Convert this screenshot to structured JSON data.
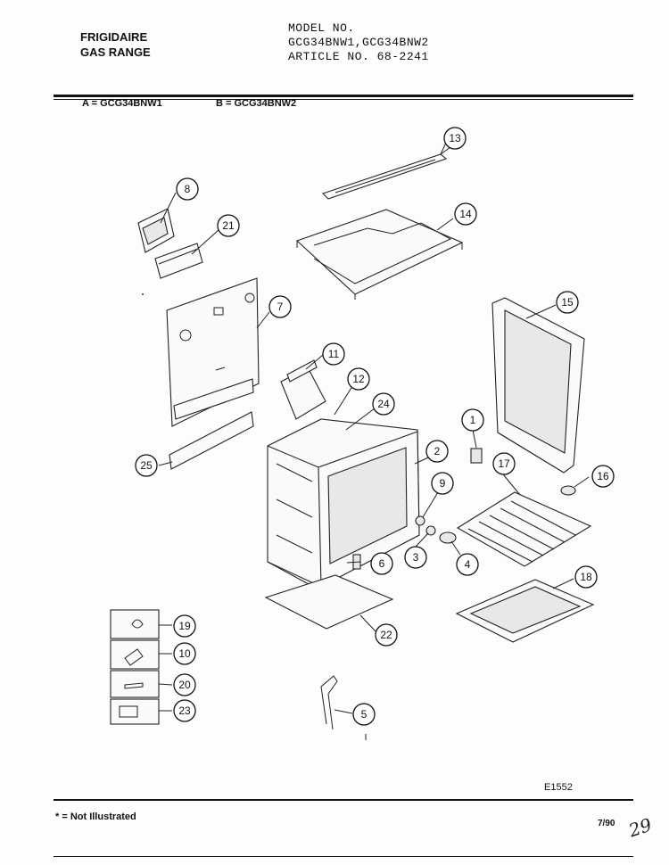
{
  "header": {
    "brand_line1": "FRIGIDAIRE",
    "brand_line2": "GAS RANGE",
    "model_label": "MODEL NO.",
    "models": "GCG34BNW1,GCG34BNW2",
    "article": "ARTICLE NO. 68-2241"
  },
  "variants": {
    "a": "A = GCG34BNW1",
    "b": "B = GCG34BNW2"
  },
  "callouts": [
    "13",
    "8",
    "14",
    "21",
    "7",
    "15",
    "11",
    "12",
    "24",
    "2",
    "1",
    "17",
    "16",
    "25",
    "9",
    "3",
    "4",
    "6",
    "18",
    "22",
    "19",
    "10",
    "20",
    "23",
    "5"
  ],
  "footer": {
    "note": "* = Not Illustrated",
    "diagram_code": "E1552",
    "date": "7/90",
    "handwritten": "29"
  }
}
